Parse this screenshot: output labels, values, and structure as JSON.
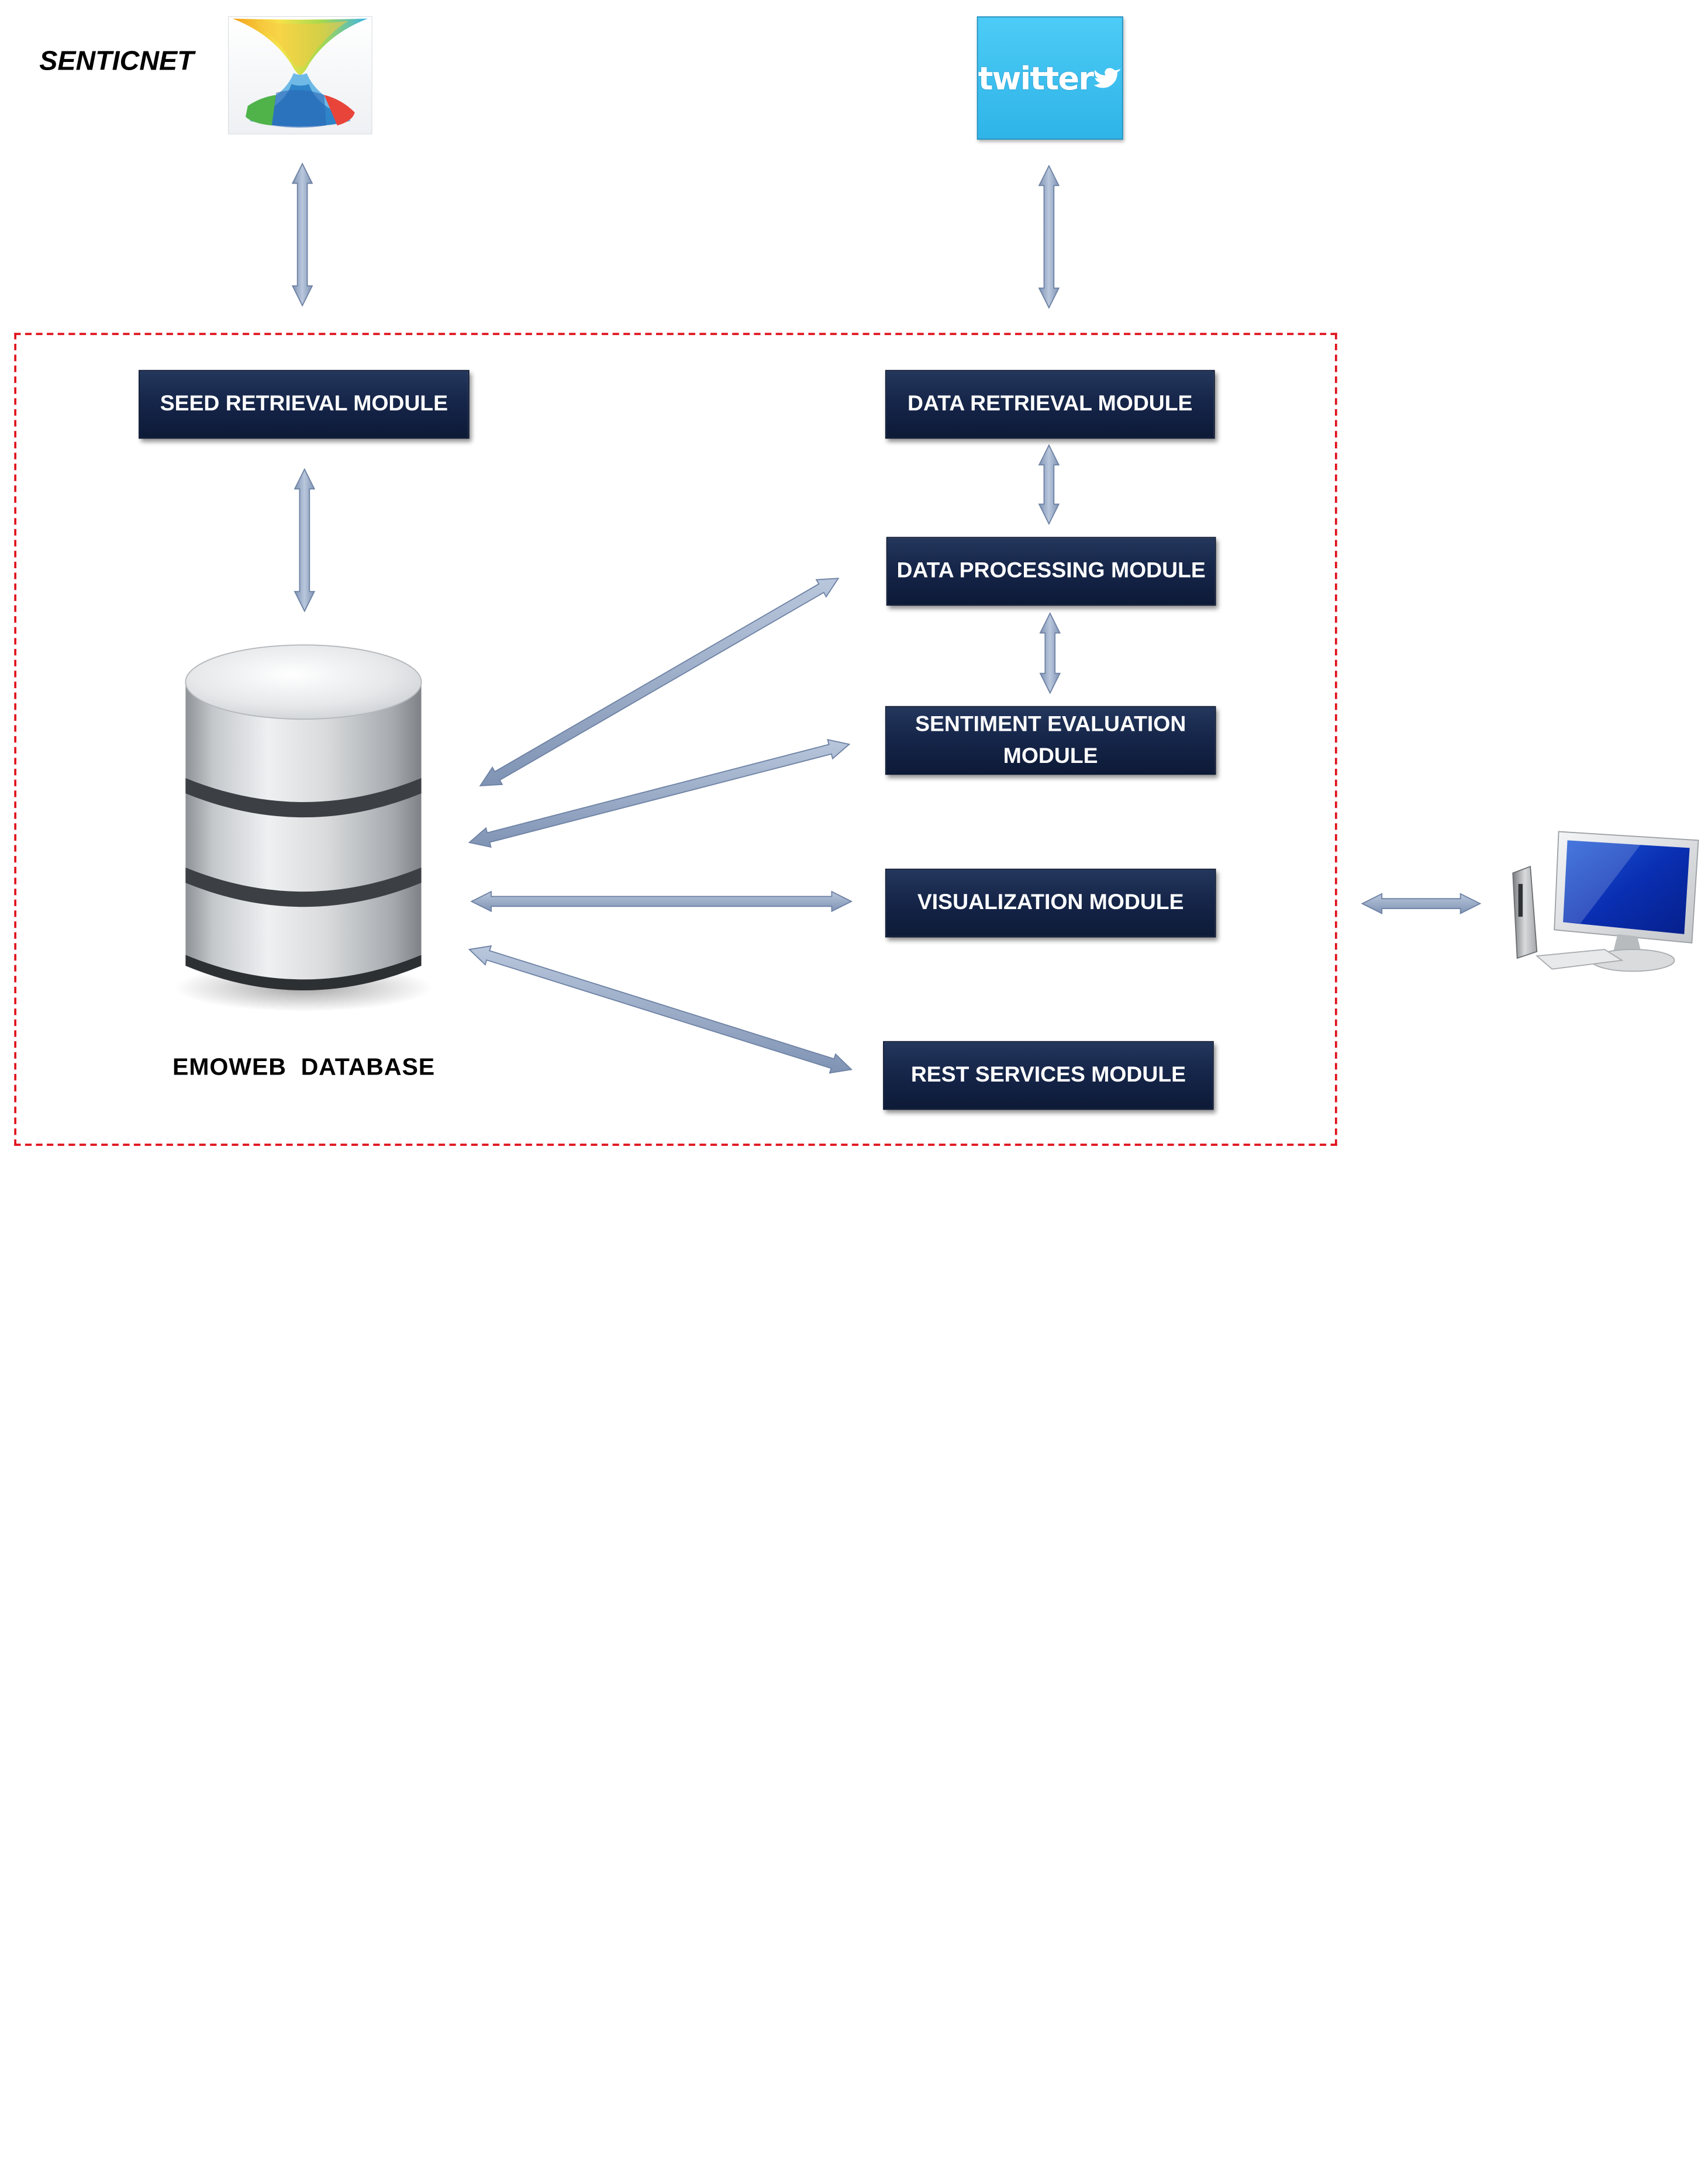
{
  "senticnet": {
    "label": "SENTICNET",
    "logo_icon": "senticnet-hourglass-logo"
  },
  "twitter": {
    "label": "twitter",
    "logo_icon": "twitter-bird-logo"
  },
  "database": {
    "label": "EMOWEB  DATABASE",
    "icon": "database-cylinder-icon"
  },
  "client": {
    "icon": "desktop-computer-icon"
  },
  "modules": {
    "seed_retrieval": "SEED RETRIEVAL MODULE",
    "data_retrieval": "DATA RETRIEVAL MODULE",
    "data_processing": "DATA PROCESSING MODULE",
    "sentiment_evaluation_line1": "SENTIMENT EVALUATION",
    "sentiment_evaluation_line2": "MODULE",
    "visualization": "VISUALIZATION MODULE",
    "rest_services": "REST SERVICES MODULE"
  },
  "colors": {
    "module_fill": "#16264a",
    "module_text": "#ffffff",
    "frame_border": "#e0141e",
    "arrow_fill": "#9aabc6",
    "twitter_blue": "#3fc2f0"
  }
}
